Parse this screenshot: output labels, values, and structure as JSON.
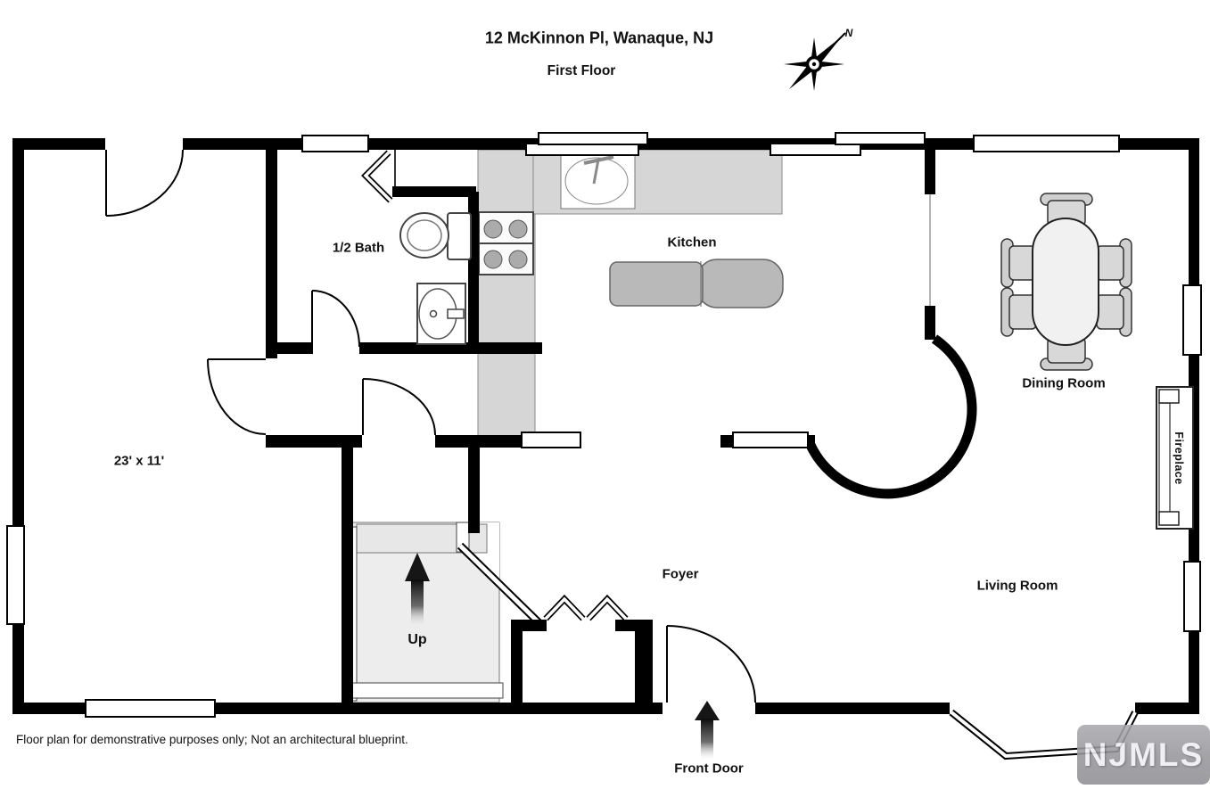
{
  "header": {
    "title": "12 McKinnon Pl, Wanaque, NJ",
    "subtitle": "First Floor",
    "compass_label": "N"
  },
  "labels": {
    "kitchen": "Kitchen",
    "half_bath": "1/2 Bath",
    "dining_room": "Dining Room",
    "living_room": "Living Room",
    "foyer": "Foyer",
    "room_dimensions": "23' x 11'",
    "fireplace": "Fireplace",
    "stairs": "Up",
    "front_door": "Front Door"
  },
  "footer": {
    "disclaimer": "Floor plan for demonstrative purposes only; Not an architectural blueprint."
  },
  "watermark": {
    "brand": "NJMLS"
  },
  "colors": {
    "wall": "#000000",
    "counter": "#d6d6d6",
    "island": "#b9b9b9",
    "stairs": "#ededed",
    "furniture": "#d8d8d8",
    "watermark_bg": "#97979c"
  }
}
